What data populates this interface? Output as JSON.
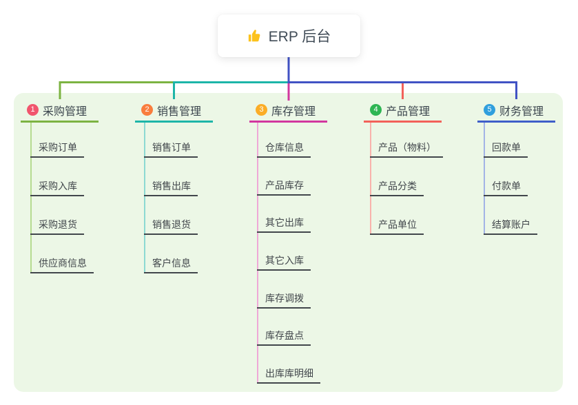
{
  "root": {
    "label": "ERP 后台",
    "icon": "thumbs-up",
    "icon_color": "#fcc21d"
  },
  "panel_color": "#ecf7e6",
  "root_connector_color": "#4152c4",
  "branches": [
    {
      "number": "1",
      "title": "采购管理",
      "colors": {
        "badge": "#f1556d",
        "line": "#7cb342",
        "line_light": "#b5db90"
      },
      "children": [
        "采购订单",
        "采购入库",
        "采购退货",
        "供应商信息"
      ]
    },
    {
      "number": "2",
      "title": "销售管理",
      "colors": {
        "badge": "#f97d3e",
        "line": "#1db5a8",
        "line_light": "#8cd9d2"
      },
      "children": [
        "销售订单",
        "销售出库",
        "销售退货",
        "客户信息"
      ]
    },
    {
      "number": "3",
      "title": "库存管理",
      "colors": {
        "badge": "#fbad26",
        "line": "#d2379f",
        "line_light": "#efa8d7"
      },
      "children": [
        "仓库信息",
        "产品库存",
        "其它出库",
        "其它入库",
        "库存调拨",
        "库存盘点",
        "出库库明细"
      ]
    },
    {
      "number": "4",
      "title": "产品管理",
      "colors": {
        "badge": "#2eb553",
        "line": "#f2615a",
        "line_light": "#f9b2ac"
      },
      "children": [
        "产品（物料）",
        "产品分类",
        "产品单位"
      ]
    },
    {
      "number": "5",
      "title": "财务管理",
      "colors": {
        "badge": "#309fdd",
        "line": "#3f5ec9",
        "line_light": "#a2b3e6"
      },
      "children": [
        "回款单",
        "付款单",
        "结算账户"
      ]
    }
  ]
}
